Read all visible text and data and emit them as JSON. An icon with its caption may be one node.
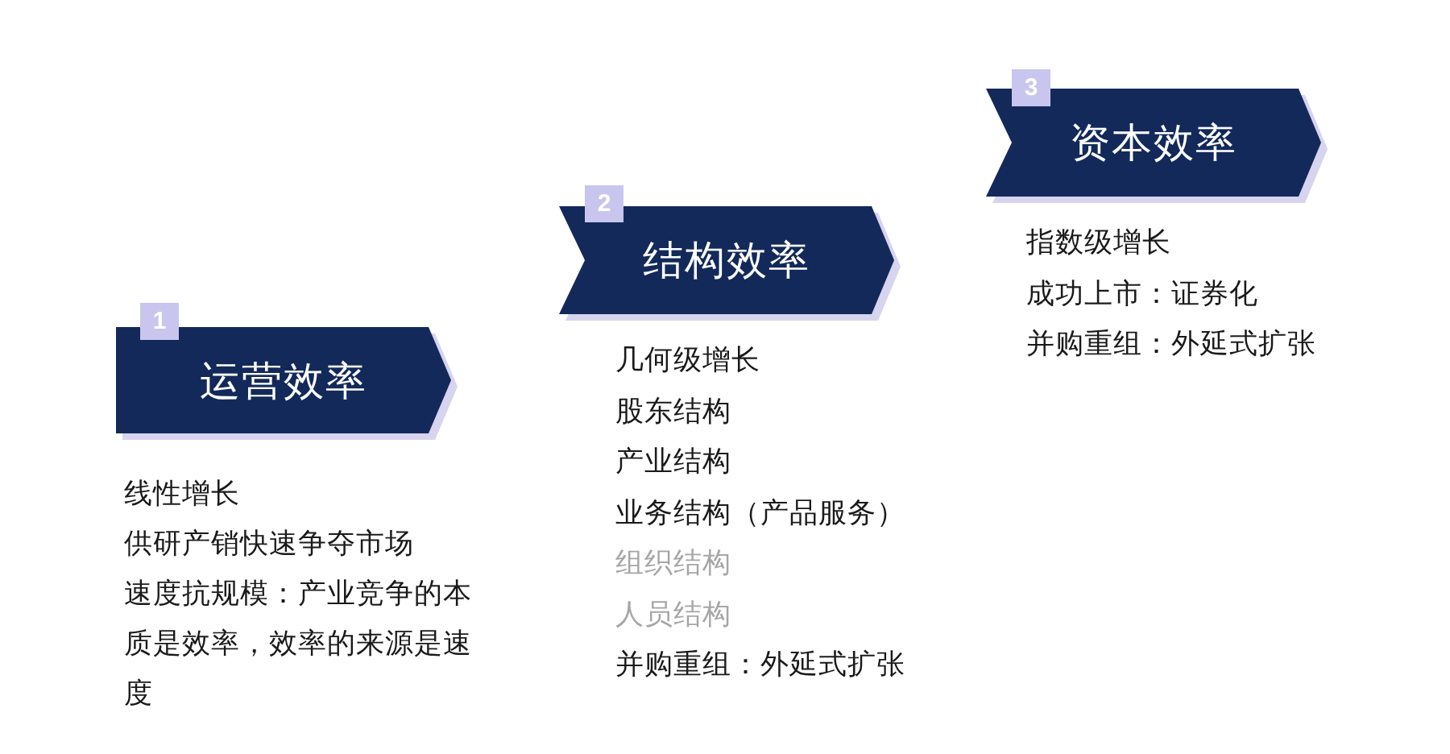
{
  "diagram": {
    "nodes": [
      {
        "text": [
          "1"
        ]
      },
      {
        "text": [
          "运营效率"
        ],
        "beside": [
          "线性增长",
          "供研产销快速争夺市场",
          "速度抗规模：产业竞争的本质是效率，效率的来源是速度"
        ]
      },
      {
        "text": [
          "2"
        ]
      },
      {
        "text": [
          "结构效率"
        ],
        "beside": [
          "几何级增长",
          "股东结构",
          "产业结构",
          "业务结构（产品服务）",
          "组织结构",
          "人员结构",
          "并购重组：外延式扩张"
        ]
      },
      {
        "text": [
          "3"
        ]
      },
      {
        "text": [
          "资本效率"
        ],
        "beside": [
          "指数级增长",
          "成功上市：证券化",
          "并购重组：外延式扩张"
        ]
      }
    ]
  }
}
